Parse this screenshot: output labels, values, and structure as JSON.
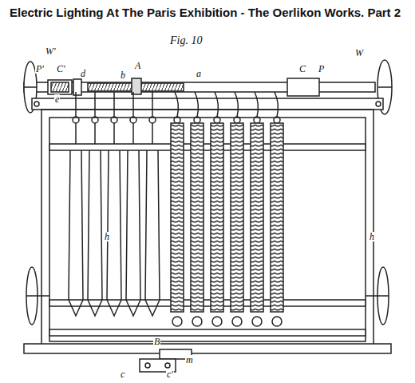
{
  "diagram": {
    "title": "Electric Lighting At The Paris Exhibition - The Oerlikon Works. Part 2",
    "labels": [
      "Fig. 10",
      "W'",
      "P'",
      "C'",
      "d",
      "e",
      "b",
      "A",
      "a",
      "C",
      "P",
      "W",
      "h",
      "h",
      "B",
      "m",
      "c",
      "c'"
    ]
  }
}
